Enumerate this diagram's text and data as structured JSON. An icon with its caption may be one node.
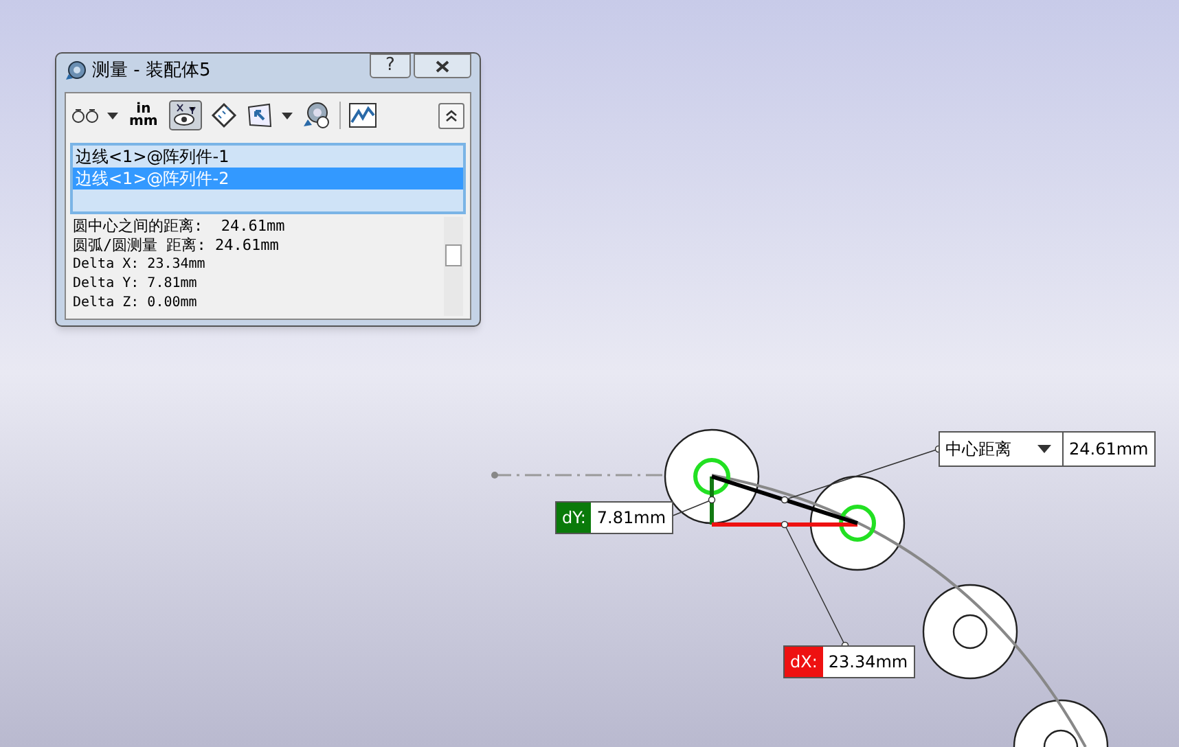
{
  "diagram": {
    "nodes": [
      {
        "text": [
          "测量 - 装配体5"
        ]
      },
      {
        "text": [
          "边线<1>@阵列件-1"
        ],
        "in": 0
      },
      {
        "text": [
          "边线<1>@阵列件-2"
        ],
        "in": 0
      },
      {
        "text": [
          "圆中心之间的距离:  24.61mm",
          "圆弧/圆测量 距离: 24.61mm",
          "Delta X: 23.34mm",
          "Delta Y: 7.81mm",
          "Delta Z: 0.00mm"
        ],
        "in": 0
      },
      {
        "text": [
          "中心距离",
          "24.61mm"
        ]
      },
      {
        "text": [
          "dY:",
          "7.81mm"
        ]
      },
      {
        "text": [
          "dX:",
          "23.34mm"
        ]
      }
    ],
    "edges": [
      {
        "from": 4,
        "to": null,
        "arrow": "other"
      },
      {
        "from": 5,
        "to": null,
        "arrow": "other"
      },
      {
        "from": 6,
        "to": null,
        "arrow": "other"
      }
    ],
    "labels": [
      "?",
      "in",
      "mm"
    ]
  }
}
